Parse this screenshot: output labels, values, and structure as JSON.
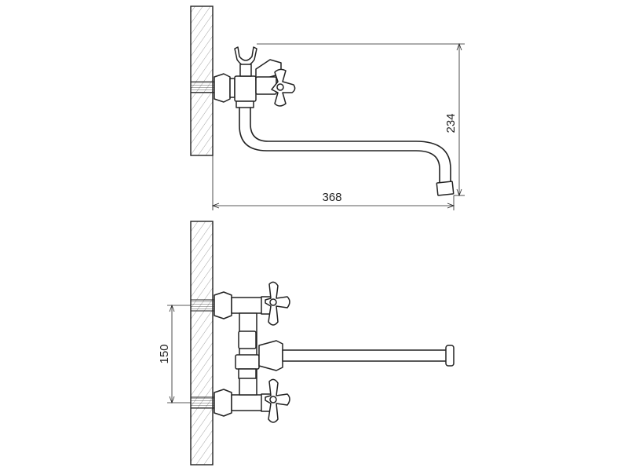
{
  "dimensions": {
    "width_label": "368",
    "height_label": "234",
    "spacing_label": "150"
  }
}
